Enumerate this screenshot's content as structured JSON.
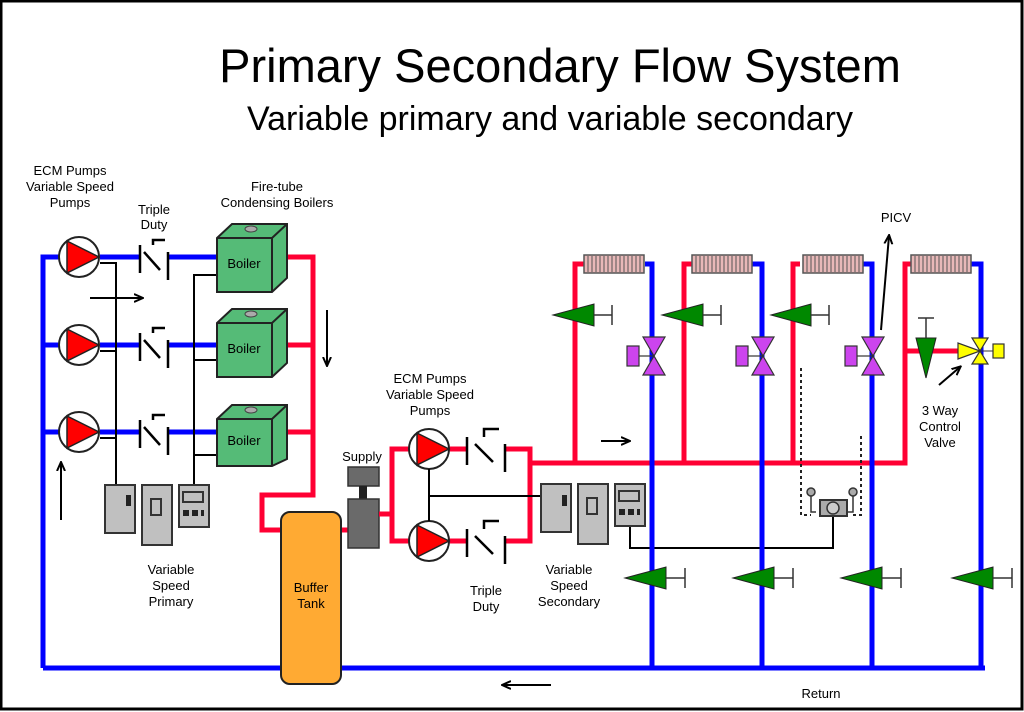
{
  "title": "Primary Secondary Flow System",
  "subtitle": "Variable primary and variable secondary",
  "colors": {
    "supply_pipe": "#ff0033",
    "return_pipe": "#0000ff",
    "boiler": "#55bb77",
    "buffer_tank": "#ffaa33",
    "pump_triangle": "#ff0000",
    "balancing_valve": "#008800",
    "picv": "#cc44ee",
    "three_way_valve": "#ffff00",
    "radiator": "#e8b8b8",
    "drive": "#c0c0c0",
    "separator": "#6a6a6a"
  },
  "labels": {
    "primary_pumps": [
      "ECM Pumps",
      "Variable Speed",
      "Pumps"
    ],
    "primary_triple_duty": [
      "Triple",
      "Duty"
    ],
    "boilers_heading": [
      "Fire-tube",
      "Condensing Boilers"
    ],
    "boiler": "Boiler",
    "primary_drives": [
      "Variable",
      "Speed",
      "Primary"
    ],
    "buffer_tank": [
      "Buffer",
      "Tank"
    ],
    "supply": "Supply",
    "secondary_pumps": [
      "ECM Pumps",
      "Variable Speed",
      "Pumps"
    ],
    "secondary_triple_duty": [
      "Triple",
      "Duty"
    ],
    "secondary_drives": [
      "Variable",
      "Speed",
      "Secondary"
    ],
    "picv": "PICV",
    "three_way_valve": [
      "3 Way",
      "Control",
      "Valve"
    ],
    "return": "Return"
  },
  "components": {
    "primary_pump_count": 3,
    "boiler_count": 3,
    "secondary_pump_count": 2,
    "terminal_unit_count": 4
  }
}
